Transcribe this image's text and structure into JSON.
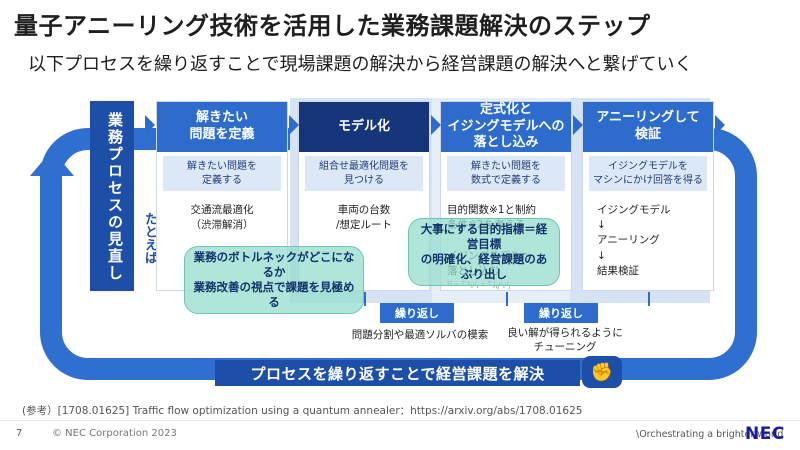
{
  "page": {
    "title": "量子アニーリング技術を活用した業務課題解決のステップ",
    "subtitle": "以下プロセスを繰り返すことで現場課題の解決から経営課題の解決へと繋げていく"
  },
  "review": {
    "label": "業務プロセスの見直し",
    "example": "たとえば"
  },
  "steps": [
    {
      "title": "解きたい\n問題を定義",
      "sub": "解きたい問題を\n定義する",
      "example": "交通流最適化\n（渋滞解消）"
    },
    {
      "title": "モデル化",
      "sub": "組合せ最適化問題を\n見つける",
      "example": "車両の台数\n/想定ルート"
    },
    {
      "title": "定式化と\nイジングモデルへの\n落とし込み",
      "sub": "解きたい問題を\n数式で定義する",
      "example": "目的関数※1と制約\n条件※2を考える\n\nイジングモデルへ\n落とし込む"
    },
    {
      "title": "アニーリングして\n検証",
      "sub": "イジングモデルを\nマシンにかけ回答を得る",
      "example": "イジングモデル\n↓\nアニーリング\n↓\n結果検証"
    }
  ],
  "callouts": {
    "bottleneck": "業務のボトルネックがどこになるか\n業務改善の視点で課題を見極める",
    "objective": "大事にする目的指標＝経営目標\nの明確化、経営課題のあぶり出し"
  },
  "repeats": [
    {
      "label": "繰り返し",
      "note": "問題分割や最適ソルバの模索"
    },
    {
      "label": "繰り返し",
      "note": "良い解が得られるように\nチューニング"
    }
  ],
  "banner": "プロセスを繰り返すことで経営課題を解決",
  "reference": "(参考）[1708.01625] Traffic flow optimization using a quantum annealer：https://arxiv.org/abs/1708.01625",
  "footer": {
    "page_number": "7",
    "copyright": "© NEC Corporation 2023",
    "tagline": "\\Orchestrating a brighter world",
    "logo": "NEC"
  },
  "icons": {
    "loop": "loop-arrow-icon",
    "hand": "handshake-icon",
    "chevron": "chevron-right-icon"
  },
  "colors": {
    "primary": "#2d6ccc",
    "dark": "#16357a",
    "callout": "#96decd",
    "logo": "#1a1a9e"
  }
}
